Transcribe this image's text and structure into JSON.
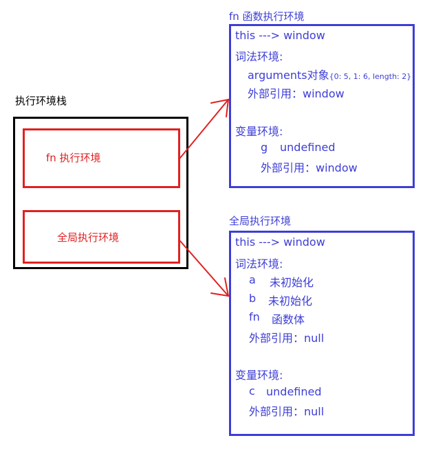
{
  "stack": {
    "title": "执行环境栈",
    "fn_frame": "fn 执行环境",
    "global_frame": "全局执行环境"
  },
  "fn_context": {
    "title": "fn 函数执行环境",
    "this_line": "this  ---> window",
    "lexical_heading": "词法环境:",
    "arguments_label": "arguments对象",
    "arguments_value": "{0: 5, 1: 6, length: 2}",
    "lexical_outer": "外部引用：window",
    "variable_heading": "变量环境:",
    "g_name": "g",
    "g_value": "undefined",
    "variable_outer": "外部引用：window"
  },
  "global_context": {
    "title": "全局执行环境",
    "this_line": "this  ---> window",
    "lexical_heading": "词法环境:",
    "a_name": "a",
    "a_value": "未初始化",
    "b_name": "b",
    "b_value": "未初始化",
    "fn_name": "fn",
    "fn_value": "函数体",
    "lexical_outer": "外部引用：null",
    "variable_heading": "变量环境:",
    "c_name": "c",
    "c_value": "undefined",
    "variable_outer": "外部引用：null"
  },
  "colors": {
    "stack_border": "#000000",
    "frame_red": "#e02020",
    "panel_blue": "#3d3dd6"
  }
}
